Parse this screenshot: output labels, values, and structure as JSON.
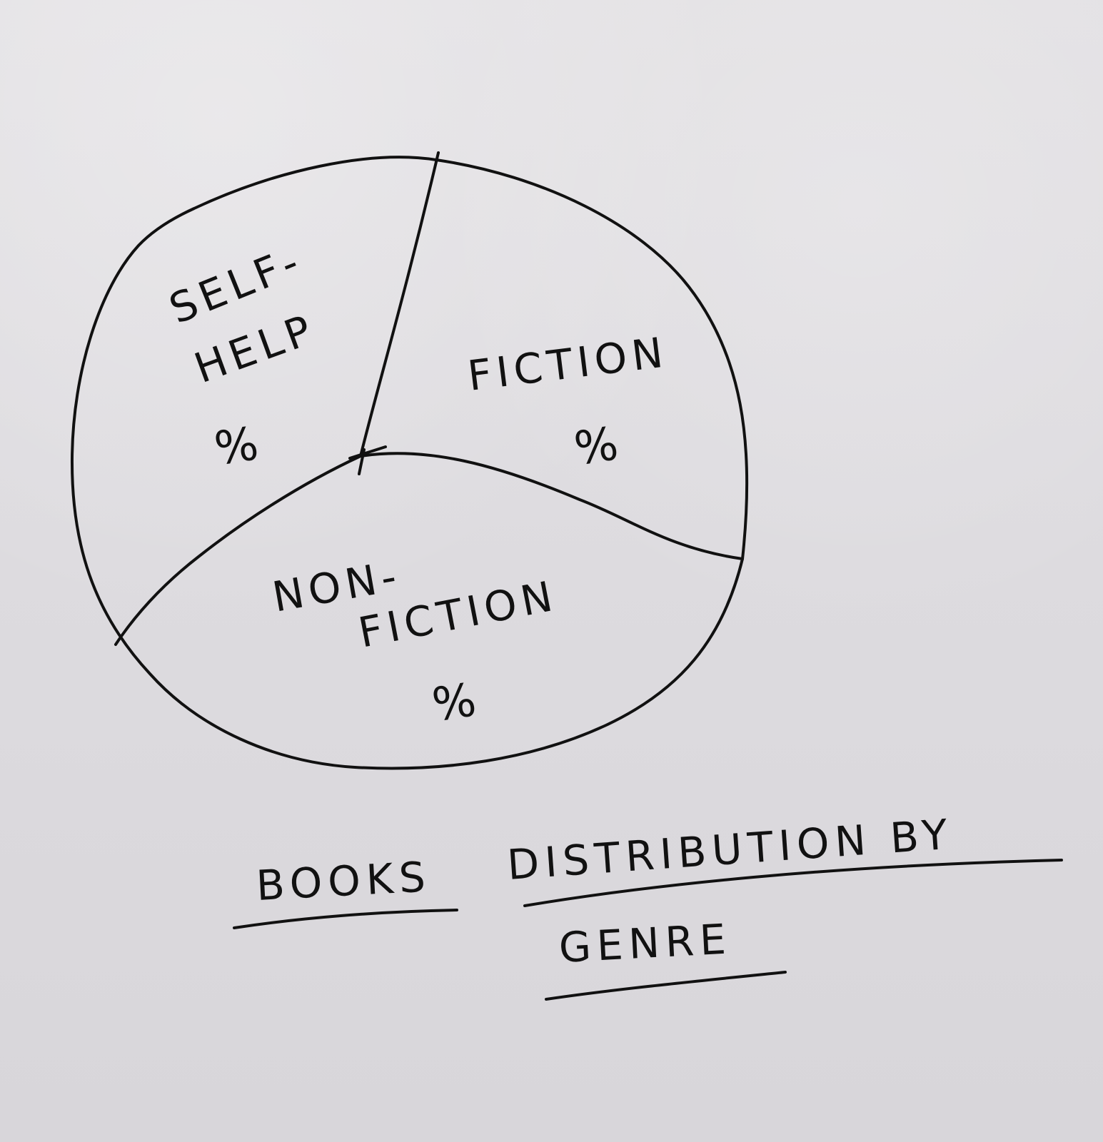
{
  "chart_data": {
    "type": "pie",
    "title": [
      "BOOKS",
      "DISTRIBUTION BY",
      "GENRE"
    ],
    "slices": [
      {
        "label": [
          "SELF-",
          "HELP"
        ],
        "value_label": "%"
      },
      {
        "label": [
          "FICTION"
        ],
        "value_label": "%"
      },
      {
        "label": [
          "NON-",
          "FICTION"
        ],
        "value_label": "%"
      }
    ]
  }
}
